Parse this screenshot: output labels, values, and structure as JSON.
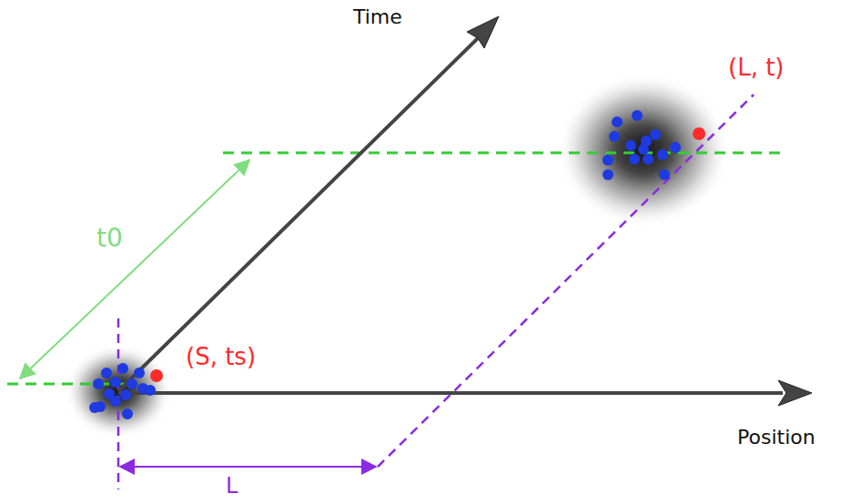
{
  "diagram": {
    "labels": [
      "Time",
      "Position",
      "t0",
      "(S, ts)",
      "(L, t)",
      "L"
    ]
  }
}
